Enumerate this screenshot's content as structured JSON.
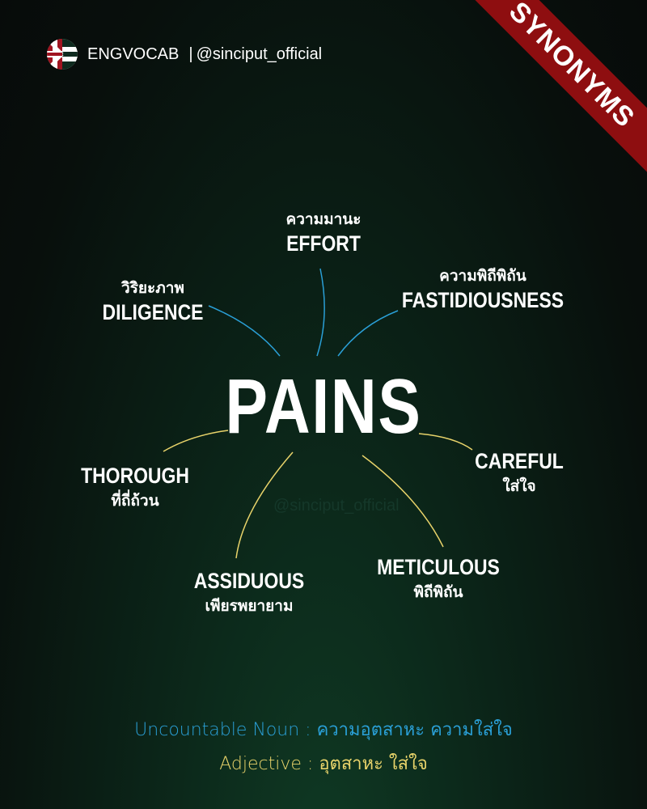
{
  "brand": {
    "name": "ENGVOCAB",
    "separator": "|",
    "handle": "@sinciput_official",
    "icon": "uk-flag-icon"
  },
  "ribbon": {
    "label": "SYNONYMS",
    "color": "#8e0e10"
  },
  "headword": "PAINS",
  "watermark": "@sinciput_official",
  "noun_synonyms": [
    {
      "en": "EFFORT",
      "th": "ความมานะ"
    },
    {
      "en": "FASTIDIOUSNESS",
      "th": "ความพิถีพิถัน"
    },
    {
      "en": "DILIGENCE",
      "th": "วิริยะภาพ"
    }
  ],
  "adjective_synonyms": [
    {
      "en": "CAREFUL",
      "th": "ใส่ใจ"
    },
    {
      "en": "METICULOUS",
      "th": "พิถีพิถัน"
    },
    {
      "en": "ASSIDUOUS",
      "th": "เพียรพยายาม"
    },
    {
      "en": "THOROUGH",
      "th": "ที่ถี่ถ้วน"
    }
  ],
  "definitions": {
    "noun": {
      "label": "Uncountable Noun : ความอุตสาหะ ความใส่ใจ",
      "color": "#2a9fd6"
    },
    "adjective": {
      "label": "Adjective : อุตสาหะ ใส่ใจ",
      "color": "#e8d36a"
    }
  }
}
